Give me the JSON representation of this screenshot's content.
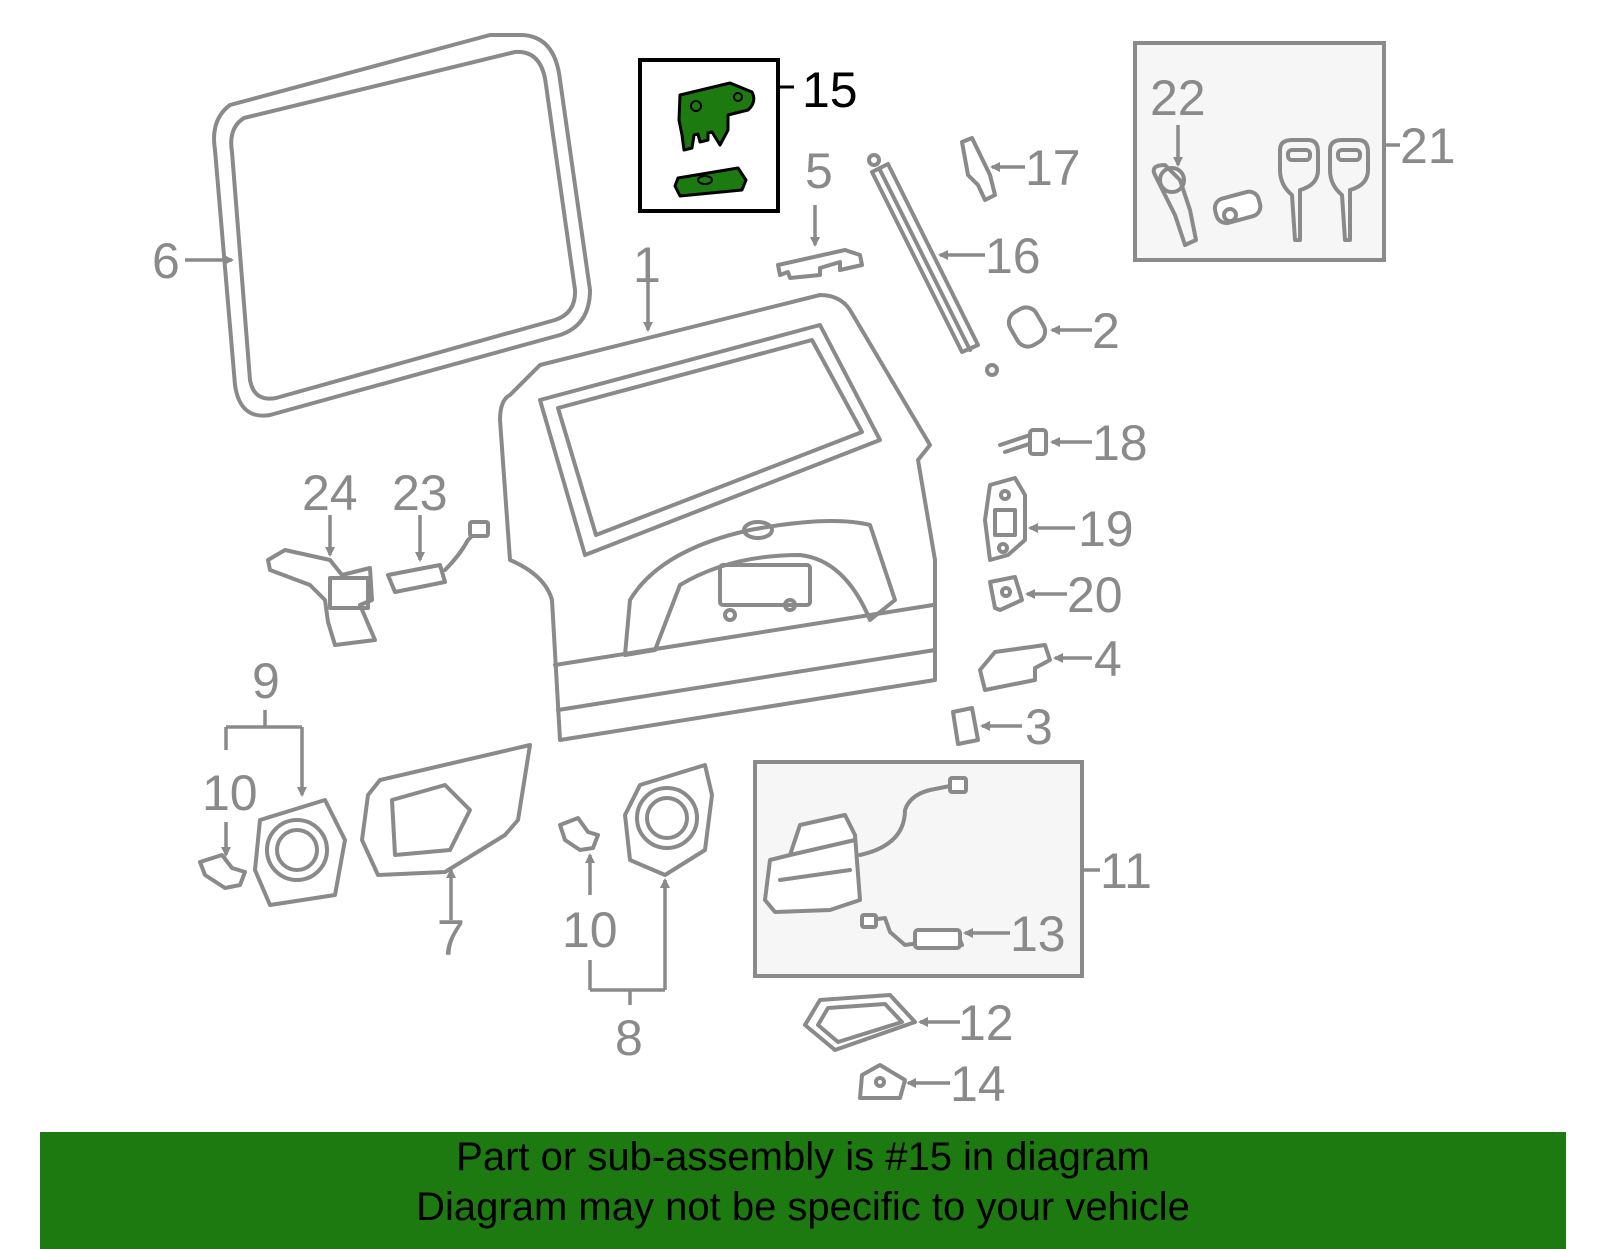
{
  "callouts": {
    "c1": "1",
    "c2": "2",
    "c3": "3",
    "c4": "4",
    "c5": "5",
    "c6": "6",
    "c7": "7",
    "c8": "8",
    "c9": "9",
    "c10a": "10",
    "c10b": "10",
    "c11": "11",
    "c12": "12",
    "c13": "13",
    "c14": "14",
    "c15": "15",
    "c16": "16",
    "c17": "17",
    "c18": "18",
    "c19": "19",
    "c20": "20",
    "c21": "21",
    "c22": "22",
    "c23": "23",
    "c24": "24"
  },
  "highlighted_part": "15",
  "banner": {
    "line1": "Part or sub-assembly is #15 in diagram",
    "line2": "Diagram may not be specific to your vehicle"
  },
  "colors": {
    "banner_bg": "#1d7a10",
    "highlight_part": "#1d7a10",
    "line_art": "#8a8a8a"
  }
}
